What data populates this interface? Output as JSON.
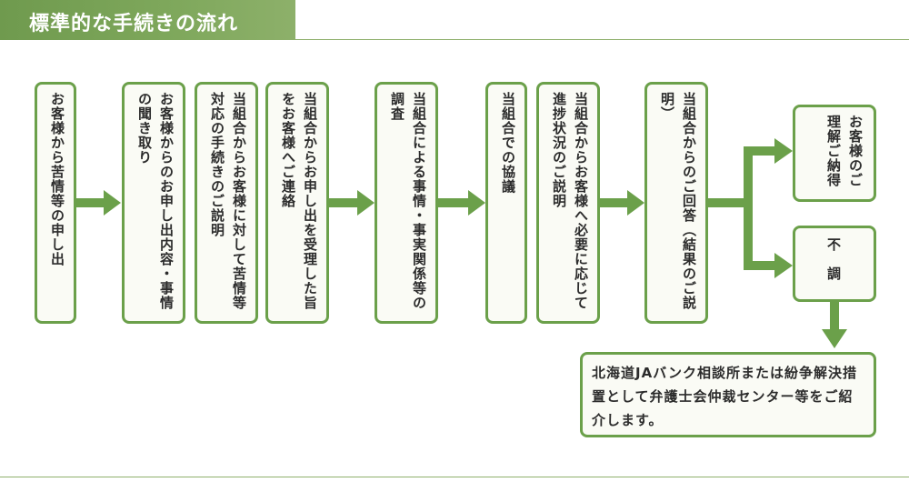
{
  "title": "標準的な手続きの流れ",
  "steps": [
    "お客様から苦情等の申し出",
    "お客様からのお申し出内容・事情の聞き取り",
    "当組合からお客様に対して苦情等対応の手続きのご説明",
    "当組合からお申し出を受理した旨をお客様へご連絡",
    "当組合による事情・事実関係等の調査",
    "当組合での協議",
    "当組合からお客様へ必要に応じて進捗状況のご説明",
    "当組合からのご回答（結果のご説明）"
  ],
  "outcomes": {
    "agree": "お客様のご理解ご納得",
    "disagree": "不　調"
  },
  "referral": "北海道JAバンク相談所または紛争解決措置として弁護士会仲裁センター等をご紹介します。",
  "colors": {
    "accent": "#6ba04a",
    "title_bg": "#7aa357",
    "box_bg": "#fafbf5"
  }
}
